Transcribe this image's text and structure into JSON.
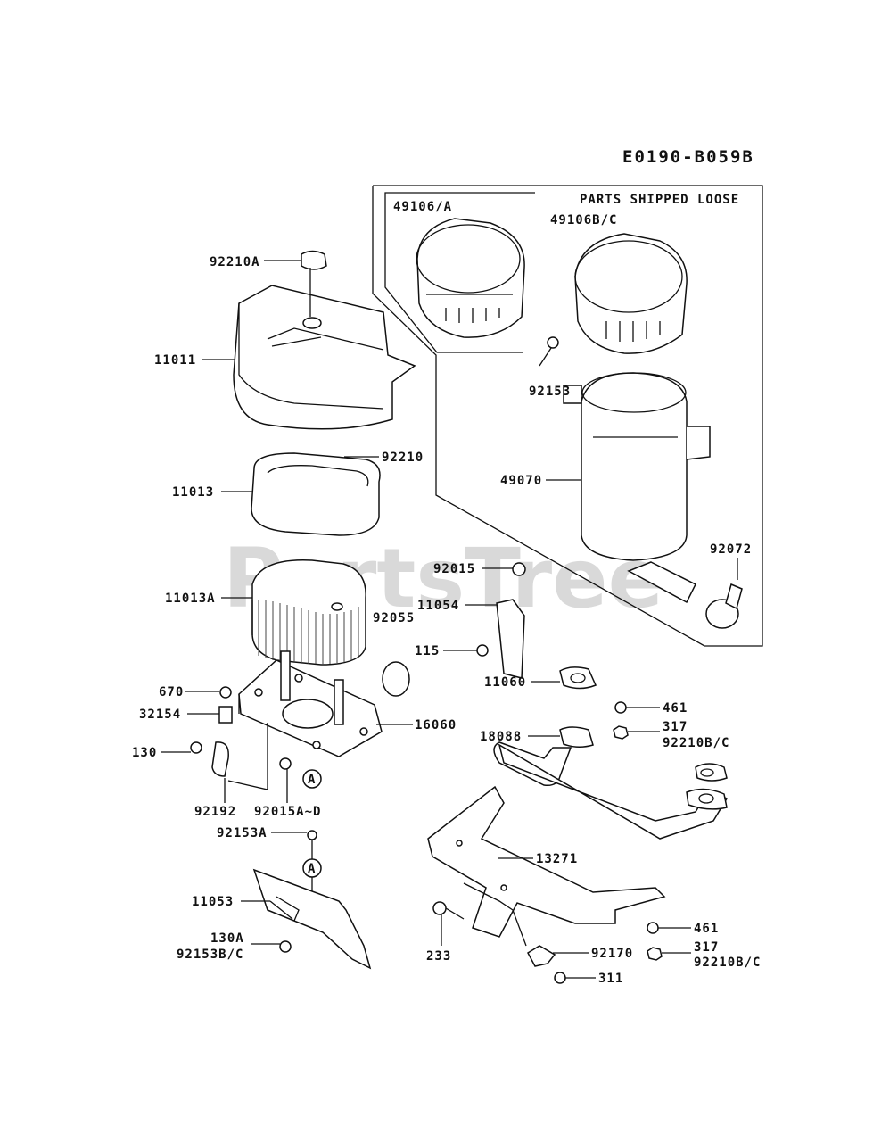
{
  "diagram_code": "E0190-B059B",
  "parts_shipped_loose": "PARTS SHIPPED LOOSE",
  "watermark": {
    "text": "PartsTree",
    "mark": "™"
  },
  "ref_markers": {
    "a1": "A",
    "a2": "A"
  },
  "callouts": {
    "p92210A": "92210A",
    "p11011": "11011",
    "p92210": "92210",
    "p11013": "11013",
    "p11013A": "11013A",
    "p92055": "92055",
    "p670": "670",
    "p32154": "32154",
    "p130": "130",
    "p16060": "16060",
    "p92192": "92192",
    "p92015AD": "92015A~D",
    "p92153A": "92153A",
    "p11053": "11053",
    "p130A": "130A",
    "p92153BC": "92153B/C",
    "p49106A": "49106/A",
    "p49106BC": "49106B/C",
    "p92153": "92153",
    "p49070": "49070",
    "p92072": "92072",
    "p92015": "92015",
    "p11054": "11054",
    "p115": "115",
    "p11060": "11060",
    "p461a": "461",
    "p18088": "18088",
    "p317a": "317",
    "p92210BC_a": "92210B/C",
    "p13271": "13271",
    "p233": "233",
    "p461b": "461",
    "p317b": "317",
    "p92210BC_b": "92210B/C",
    "p92170": "92170",
    "p311": "311"
  }
}
